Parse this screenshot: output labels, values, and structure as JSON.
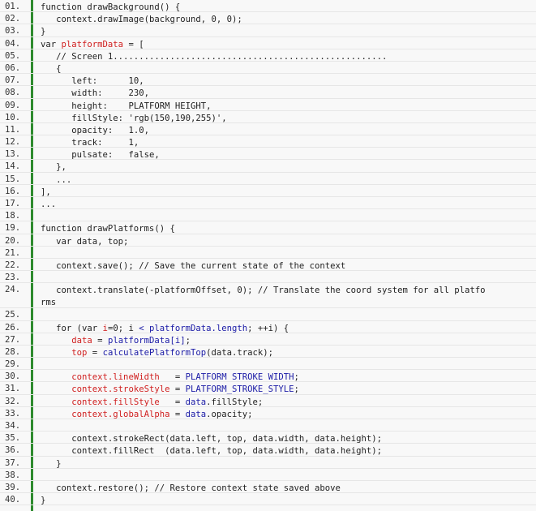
{
  "lines": [
    {
      "n": "01.",
      "segs": [
        {
          "t": "function drawBackground() {",
          "c": ""
        }
      ]
    },
    {
      "n": "02.",
      "segs": [
        {
          "t": "   context.drawImage(background, 0, 0);",
          "c": ""
        }
      ]
    },
    {
      "n": "03.",
      "segs": [
        {
          "t": "}",
          "c": ""
        }
      ]
    },
    {
      "n": "04.",
      "segs": [
        {
          "t": "var ",
          "c": ""
        },
        {
          "t": "platformData",
          "c": "r"
        },
        {
          "t": " = [",
          "c": ""
        }
      ]
    },
    {
      "n": "05.",
      "segs": [
        {
          "t": "   // Screen 1.....................................................",
          "c": ""
        }
      ]
    },
    {
      "n": "06.",
      "segs": [
        {
          "t": "   {",
          "c": ""
        }
      ]
    },
    {
      "n": "07.",
      "segs": [
        {
          "t": "      left:      10,",
          "c": ""
        }
      ]
    },
    {
      "n": "08.",
      "segs": [
        {
          "t": "      width:     230,",
          "c": ""
        }
      ]
    },
    {
      "n": "09.",
      "segs": [
        {
          "t": "      height:    PLATFORM_HEIGHT,",
          "c": ""
        }
      ]
    },
    {
      "n": "10.",
      "segs": [
        {
          "t": "      fillStyle: 'rgb(150,190,255)',",
          "c": ""
        }
      ]
    },
    {
      "n": "11.",
      "segs": [
        {
          "t": "      opacity:   1.0,",
          "c": ""
        }
      ]
    },
    {
      "n": "12.",
      "segs": [
        {
          "t": "      track:     1,",
          "c": ""
        }
      ]
    },
    {
      "n": "13.",
      "segs": [
        {
          "t": "      pulsate:   false,",
          "c": ""
        }
      ]
    },
    {
      "n": "14.",
      "segs": [
        {
          "t": "   },",
          "c": ""
        }
      ]
    },
    {
      "n": "15.",
      "segs": [
        {
          "t": "   ...",
          "c": ""
        }
      ]
    },
    {
      "n": "16.",
      "segs": [
        {
          "t": "],",
          "c": ""
        }
      ]
    },
    {
      "n": "17.",
      "segs": [
        {
          "t": "...",
          "c": ""
        }
      ]
    },
    {
      "n": "18.",
      "segs": [
        {
          "t": "",
          "c": ""
        }
      ]
    },
    {
      "n": "19.",
      "segs": [
        {
          "t": "function drawPlatforms() {",
          "c": ""
        }
      ]
    },
    {
      "n": "20.",
      "segs": [
        {
          "t": "   var data, top;",
          "c": ""
        }
      ]
    },
    {
      "n": "21.",
      "segs": [
        {
          "t": "",
          "c": ""
        }
      ]
    },
    {
      "n": "22.",
      "segs": [
        {
          "t": "   context.save(); // Save the current state of the context",
          "c": ""
        }
      ]
    },
    {
      "n": "23.",
      "segs": [
        {
          "t": "",
          "c": ""
        }
      ]
    },
    {
      "n": "24.",
      "tall": true,
      "segs": [
        {
          "t": "   context.translate(-platformOffset, 0); // Translate the coord system for all platfo\nrms",
          "c": ""
        }
      ]
    },
    {
      "n": "25.",
      "segs": [
        {
          "t": "",
          "c": ""
        }
      ]
    },
    {
      "n": "26.",
      "segs": [
        {
          "t": "   for (var ",
          "c": ""
        },
        {
          "t": "i",
          "c": "r"
        },
        {
          "t": "=0; i ",
          "c": ""
        },
        {
          "t": "< platformData.length",
          "c": "b"
        },
        {
          "t": "; ++i) {",
          "c": ""
        }
      ]
    },
    {
      "n": "27.",
      "segs": [
        {
          "t": "      ",
          "c": ""
        },
        {
          "t": "data",
          "c": "r"
        },
        {
          "t": " = ",
          "c": ""
        },
        {
          "t": "platformData[i]",
          "c": "b"
        },
        {
          "t": ";",
          "c": ""
        }
      ]
    },
    {
      "n": "28.",
      "segs": [
        {
          "t": "      ",
          "c": ""
        },
        {
          "t": "top",
          "c": "r"
        },
        {
          "t": " = ",
          "c": ""
        },
        {
          "t": "calculatePlatformTop",
          "c": "b"
        },
        {
          "t": "(data.track);",
          "c": ""
        }
      ]
    },
    {
      "n": "29.",
      "segs": [
        {
          "t": "",
          "c": ""
        }
      ]
    },
    {
      "n": "30.",
      "segs": [
        {
          "t": "      ",
          "c": ""
        },
        {
          "t": "context.lineWidth",
          "c": "r"
        },
        {
          "t": "   = ",
          "c": ""
        },
        {
          "t": "PLATFORM_STROKE_WIDTH",
          "c": "b"
        },
        {
          "t": ";",
          "c": ""
        }
      ]
    },
    {
      "n": "31.",
      "segs": [
        {
          "t": "      ",
          "c": ""
        },
        {
          "t": "context.strokeStyle",
          "c": "r"
        },
        {
          "t": " = ",
          "c": ""
        },
        {
          "t": "PLATFORM_STROKE_STYLE",
          "c": "b"
        },
        {
          "t": ";",
          "c": ""
        }
      ]
    },
    {
      "n": "32.",
      "segs": [
        {
          "t": "      ",
          "c": ""
        },
        {
          "t": "context.fillStyle",
          "c": "r"
        },
        {
          "t": "   = ",
          "c": ""
        },
        {
          "t": "data",
          "c": "b"
        },
        {
          "t": ".fillStyle;",
          "c": ""
        }
      ]
    },
    {
      "n": "33.",
      "segs": [
        {
          "t": "      ",
          "c": ""
        },
        {
          "t": "context.globalAlpha",
          "c": "r"
        },
        {
          "t": " = ",
          "c": ""
        },
        {
          "t": "data",
          "c": "b"
        },
        {
          "t": ".opacity;",
          "c": ""
        }
      ]
    },
    {
      "n": "34.",
      "segs": [
        {
          "t": "",
          "c": ""
        }
      ]
    },
    {
      "n": "35.",
      "segs": [
        {
          "t": "      context.strokeRect(data.left, top, data.width, data.height);",
          "c": ""
        }
      ]
    },
    {
      "n": "36.",
      "segs": [
        {
          "t": "      context.fillRect  (data.left, top, data.width, data.height);",
          "c": ""
        }
      ]
    },
    {
      "n": "37.",
      "segs": [
        {
          "t": "   }",
          "c": ""
        }
      ]
    },
    {
      "n": "38.",
      "segs": [
        {
          "t": "",
          "c": ""
        }
      ]
    },
    {
      "n": "39.",
      "segs": [
        {
          "t": "   context.restore(); // Restore context state saved above",
          "c": ""
        }
      ]
    },
    {
      "n": "40.",
      "segs": [
        {
          "t": "}",
          "c": ""
        }
      ]
    }
  ]
}
